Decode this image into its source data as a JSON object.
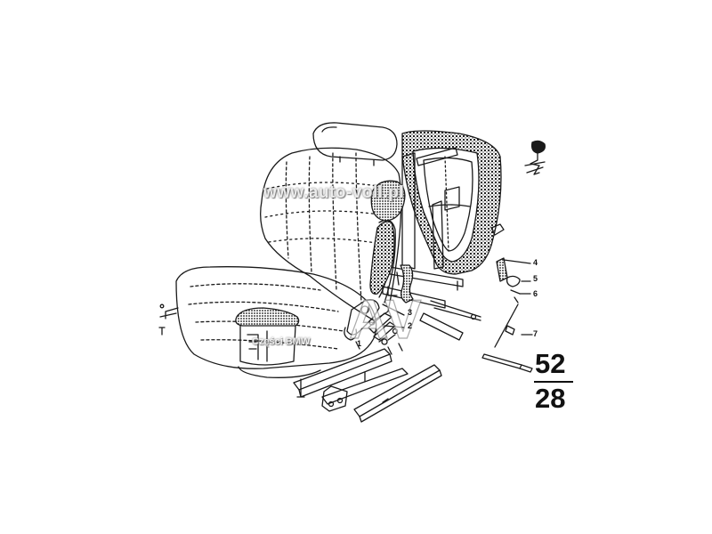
{
  "plate_code": {
    "top": "52",
    "bottom": "28"
  },
  "part_labels": [
    "1",
    "2",
    "3",
    "4",
    "5",
    "6",
    "7"
  ],
  "watermarks": {
    "url": "www.auto-voll.pl",
    "brand": "Części BMW",
    "logo": "AV"
  },
  "ink_color": "#1a1a1a"
}
